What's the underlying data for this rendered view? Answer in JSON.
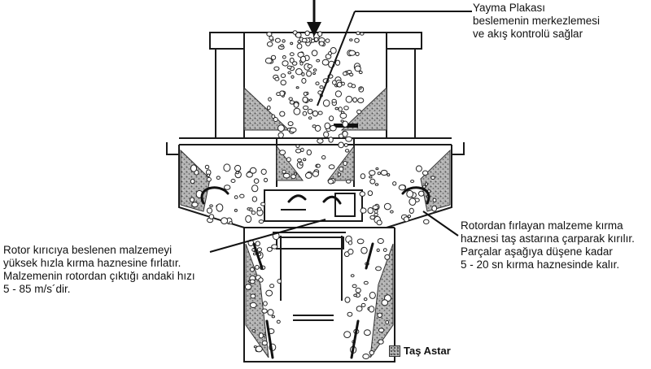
{
  "labels": {
    "feed_plate": [
      "Yayma Plakası",
      "beslemenin merkezlemesi",
      "ve akış kontrolü sağlar"
    ],
    "chamber": [
      "Rotordan fırlayan malzeme kırma",
      "haznesi taş astarına çarparak kırılır.",
      "Parçalar aşağıya düşene kadar",
      "5 - 20 sn kırma haznesinde kalır."
    ],
    "rotor": [
      "Rotor kırıcıya beslenen malzemeyi",
      "yüksek hızla kırma haznesine fırlatır.",
      "Malzemenin rotordan çıktığı andaki hızı",
      "5 - 85 m/s´dir."
    ]
  },
  "legend": {
    "label": "Taş Astar"
  },
  "colors": {
    "line": "#1a1a1a",
    "stone": "#9a9a9a",
    "background": "#ffffff"
  }
}
